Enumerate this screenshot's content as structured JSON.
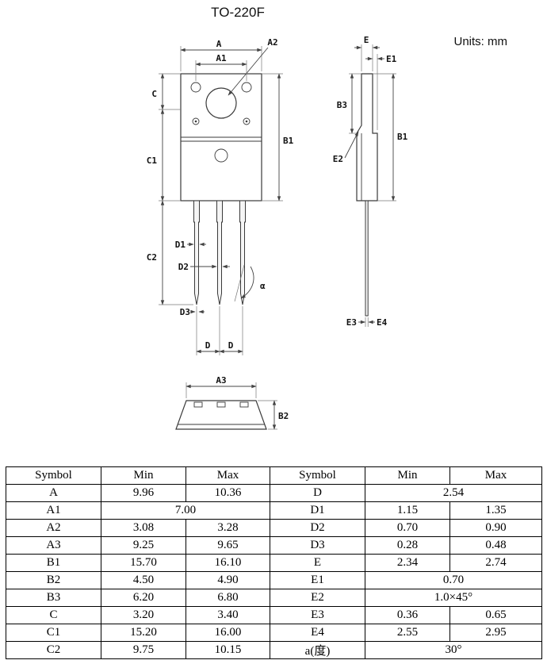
{
  "page": {
    "title": "TO-220F",
    "units": "Units: mm"
  },
  "labels": {
    "A": "A",
    "A1": "A1",
    "A2": "A2",
    "A3": "A3",
    "B1": "B1",
    "B2": "B2",
    "B3": "B3",
    "C": "C",
    "C1": "C1",
    "C2": "C2",
    "D": "D",
    "D1": "D1",
    "D2": "D2",
    "D3": "D3",
    "E": "E",
    "E1": "E1",
    "E2": "E2",
    "E3": "E3",
    "E4": "E4",
    "alpha": "α"
  },
  "table": {
    "headers": [
      "Symbol",
      "Min",
      "Max",
      "Symbol",
      "Min",
      "Max"
    ],
    "rows": [
      {
        "s1": "A",
        "min1": "9.96",
        "max1": "10.36",
        "s2": "D",
        "val2": "2.54"
      },
      {
        "s1": "A1",
        "val1": "7.00",
        "s2": "D1",
        "min2": "1.15",
        "max2": "1.35"
      },
      {
        "s1": "A2",
        "min1": "3.08",
        "max1": "3.28",
        "s2": "D2",
        "min2": "0.70",
        "max2": "0.90"
      },
      {
        "s1": "A3",
        "min1": "9.25",
        "max1": "9.65",
        "s2": "D3",
        "min2": "0.28",
        "max2": "0.48"
      },
      {
        "s1": "B1",
        "min1": "15.70",
        "max1": "16.10",
        "s2": "E",
        "min2": "2.34",
        "max2": "2.74"
      },
      {
        "s1": "B2",
        "min1": "4.50",
        "max1": "4.90",
        "s2": "E1",
        "val2": "0.70"
      },
      {
        "s1": "B3",
        "min1": "6.20",
        "max1": "6.80",
        "s2": "E2",
        "val2": "1.0×45°"
      },
      {
        "s1": "C",
        "min1": "3.20",
        "max1": "3.40",
        "s2": "E3",
        "min2": "0.36",
        "max2": "0.65"
      },
      {
        "s1": "C1",
        "min1": "15.20",
        "max1": "16.00",
        "s2": "E4",
        "min2": "2.55",
        "max2": "2.95"
      },
      {
        "s1": "C2",
        "min1": "9.75",
        "max1": "10.15",
        "s2": "a(度)",
        "val2": "30°"
      }
    ]
  }
}
